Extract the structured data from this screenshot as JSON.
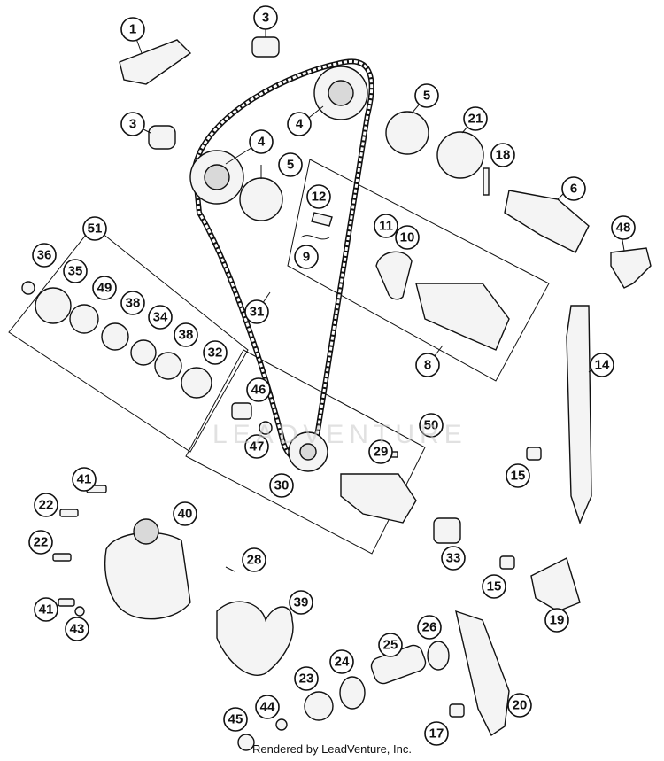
{
  "diagram": {
    "callouts": [
      "1",
      "3",
      "3",
      "4",
      "4",
      "5",
      "5",
      "21",
      "18",
      "6",
      "12",
      "11",
      "10",
      "9",
      "48",
      "51",
      "36",
      "35",
      "49",
      "38",
      "34",
      "38",
      "32",
      "31",
      "8",
      "14",
      "46",
      "47",
      "50",
      "29",
      "15",
      "30",
      "41",
      "40",
      "22",
      "22",
      "28",
      "33",
      "15",
      "41",
      "43",
      "39",
      "19",
      "26",
      "25",
      "24",
      "23",
      "44",
      "45",
      "20",
      "17"
    ]
  },
  "watermark": "LEADVENTURE",
  "footer": {
    "credit": "Rendered by LeadVenture, Inc."
  }
}
